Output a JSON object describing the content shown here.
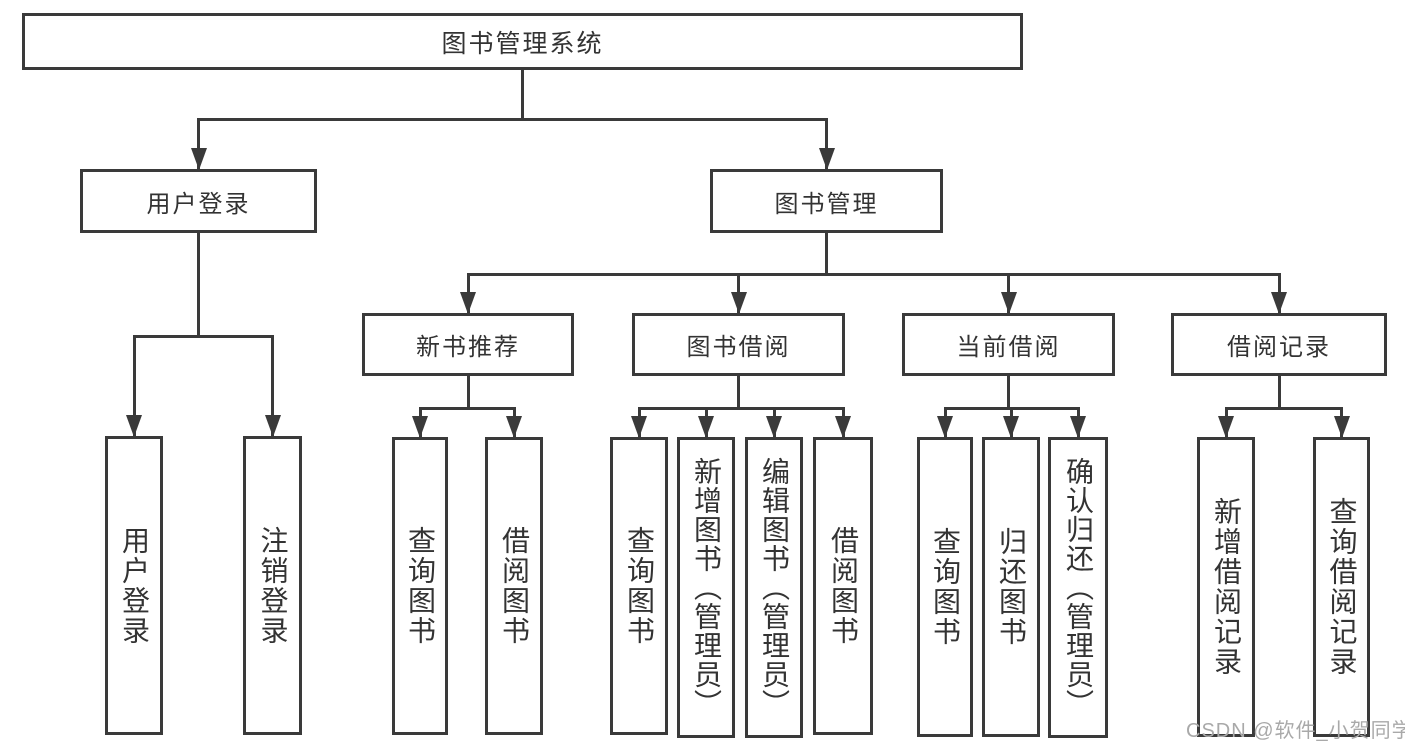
{
  "diagram": {
    "tree": {
      "id": "root",
      "label": "图书管理系统",
      "children": [
        {
          "id": "user-login",
          "label": "用户登录",
          "children": [
            {
              "id": "leaf-user-login",
              "label": "用户登录"
            },
            {
              "id": "leaf-logout",
              "label": "注销登录"
            }
          ]
        },
        {
          "id": "book-mgmt",
          "label": "图书管理",
          "children": [
            {
              "id": "new-book",
              "label": "新书推荐",
              "children": [
                {
                  "id": "nb-query",
                  "label": "查询图书"
                },
                {
                  "id": "nb-borrow",
                  "label": "借阅图书"
                }
              ]
            },
            {
              "id": "book-borrow",
              "label": "图书借阅",
              "children": [
                {
                  "id": "bb-query",
                  "label": "查询图书"
                },
                {
                  "id": "bb-add",
                  "label": "新增图书（管理员）"
                },
                {
                  "id": "bb-edit",
                  "label": "编辑图书（管理员）"
                },
                {
                  "id": "bb-lend",
                  "label": "借阅图书"
                }
              ]
            },
            {
              "id": "current-borrow",
              "label": "当前借阅",
              "children": [
                {
                  "id": "cb-query",
                  "label": "查询图书"
                },
                {
                  "id": "cb-return",
                  "label": "归还图书"
                },
                {
                  "id": "cb-confirm",
                  "label": "确认归还（管理员）"
                }
              ]
            },
            {
              "id": "borrow-record",
              "label": "借阅记录",
              "children": [
                {
                  "id": "br-add",
                  "label": "新增借阅记录"
                },
                {
                  "id": "br-query",
                  "label": "查询借阅记录"
                }
              ]
            }
          ]
        }
      ]
    }
  },
  "watermark": {
    "text": "CSDN @软件_小贺同学"
  },
  "colors": {
    "line": "#3a3a3a",
    "text": "#333333",
    "watermark": "#a9a9a9",
    "background": "#ffffff"
  }
}
